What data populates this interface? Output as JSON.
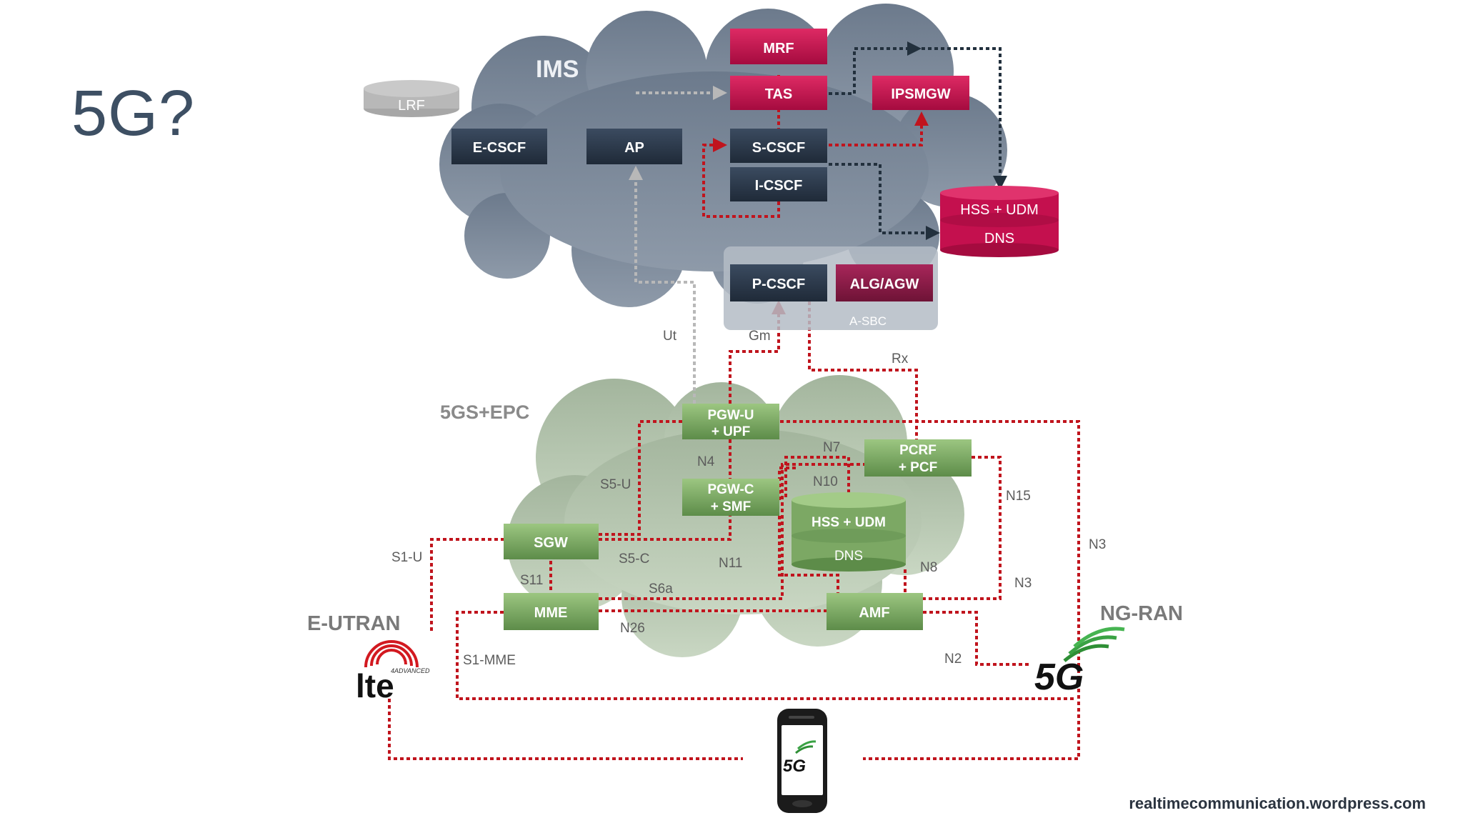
{
  "slide": {
    "title": "5G?",
    "credit": "realtimecommunication.wordpress.com"
  },
  "clouds": {
    "ims": "IMS",
    "core": "5GS+EPC"
  },
  "ims_nodes": {
    "lrf": "LRF",
    "mrf": "MRF",
    "tas": "TAS",
    "ipsmgw": "IPSMGW",
    "ecscf": "E-CSCF",
    "ap": "AP",
    "scscf": "S-CSCF",
    "icscf": "I-CSCF",
    "hss_udm": "HSS + UDM",
    "dns": "DNS",
    "pcscf": "P-CSCF",
    "alg_agw": "ALG/AGW",
    "asbc": "A-SBC"
  },
  "core_nodes": {
    "pgwu": [
      "PGW-U",
      "+ UPF"
    ],
    "pcrf": [
      "PCRF",
      "+ PCF"
    ],
    "pgwc": [
      "PGW-C",
      "+ SMF"
    ],
    "hss_udm": "HSS + UDM",
    "dns": "DNS",
    "sgw": "SGW",
    "mme": "MME",
    "amf": "AMF"
  },
  "interfaces": {
    "ut": "Ut",
    "gm": "Gm",
    "rx": "Rx",
    "n4": "N4",
    "n7": "N7",
    "n10": "N10",
    "n15": "N15",
    "s5u": "S5-U",
    "s5c": "S5-C",
    "s1u": "S1-U",
    "s11": "S11",
    "s6a": "S6a",
    "n11": "N11",
    "n8": "N8",
    "n3_left": "N3",
    "n3_right": "N3",
    "n26": "N26",
    "s1mme": "S1-MME",
    "n2": "N2"
  },
  "ran": {
    "eutran": "E-UTRAN",
    "ngran": "NG-RAN",
    "lte_logo": "lte",
    "lte_sub": "4ADVANCED",
    "fiveg_logo": "5G",
    "phone_logo": "5G"
  },
  "colors": {
    "navy_box": "#2c3a4d",
    "crimson_box": "#c4104e",
    "green_box": "#7ca864",
    "signaling_line": "#c0141d",
    "ims_line": "#22303d",
    "ut_line": "#b8b8b8"
  }
}
